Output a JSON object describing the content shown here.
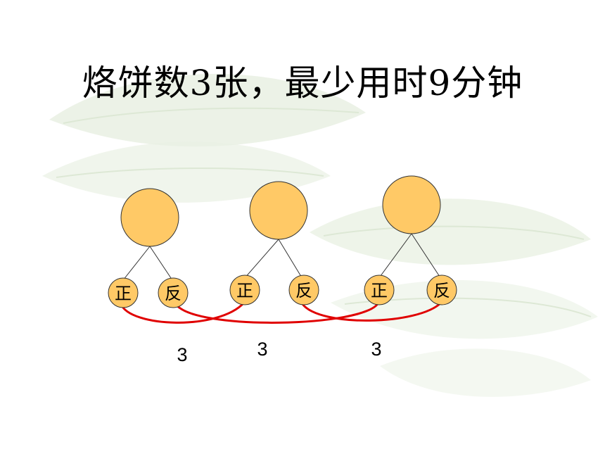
{
  "title": "烙饼数3张，最少用时9分钟",
  "side_labels": {
    "front": "正",
    "back": "反"
  },
  "time_labels": [
    "3",
    "3",
    "3"
  ],
  "colors": {
    "pancake_fill": "#FFC966",
    "pancake_stroke": "#333333",
    "tree_line": "#333333",
    "connector": "#E00000",
    "background_leaf": "#E8F0E2"
  }
}
